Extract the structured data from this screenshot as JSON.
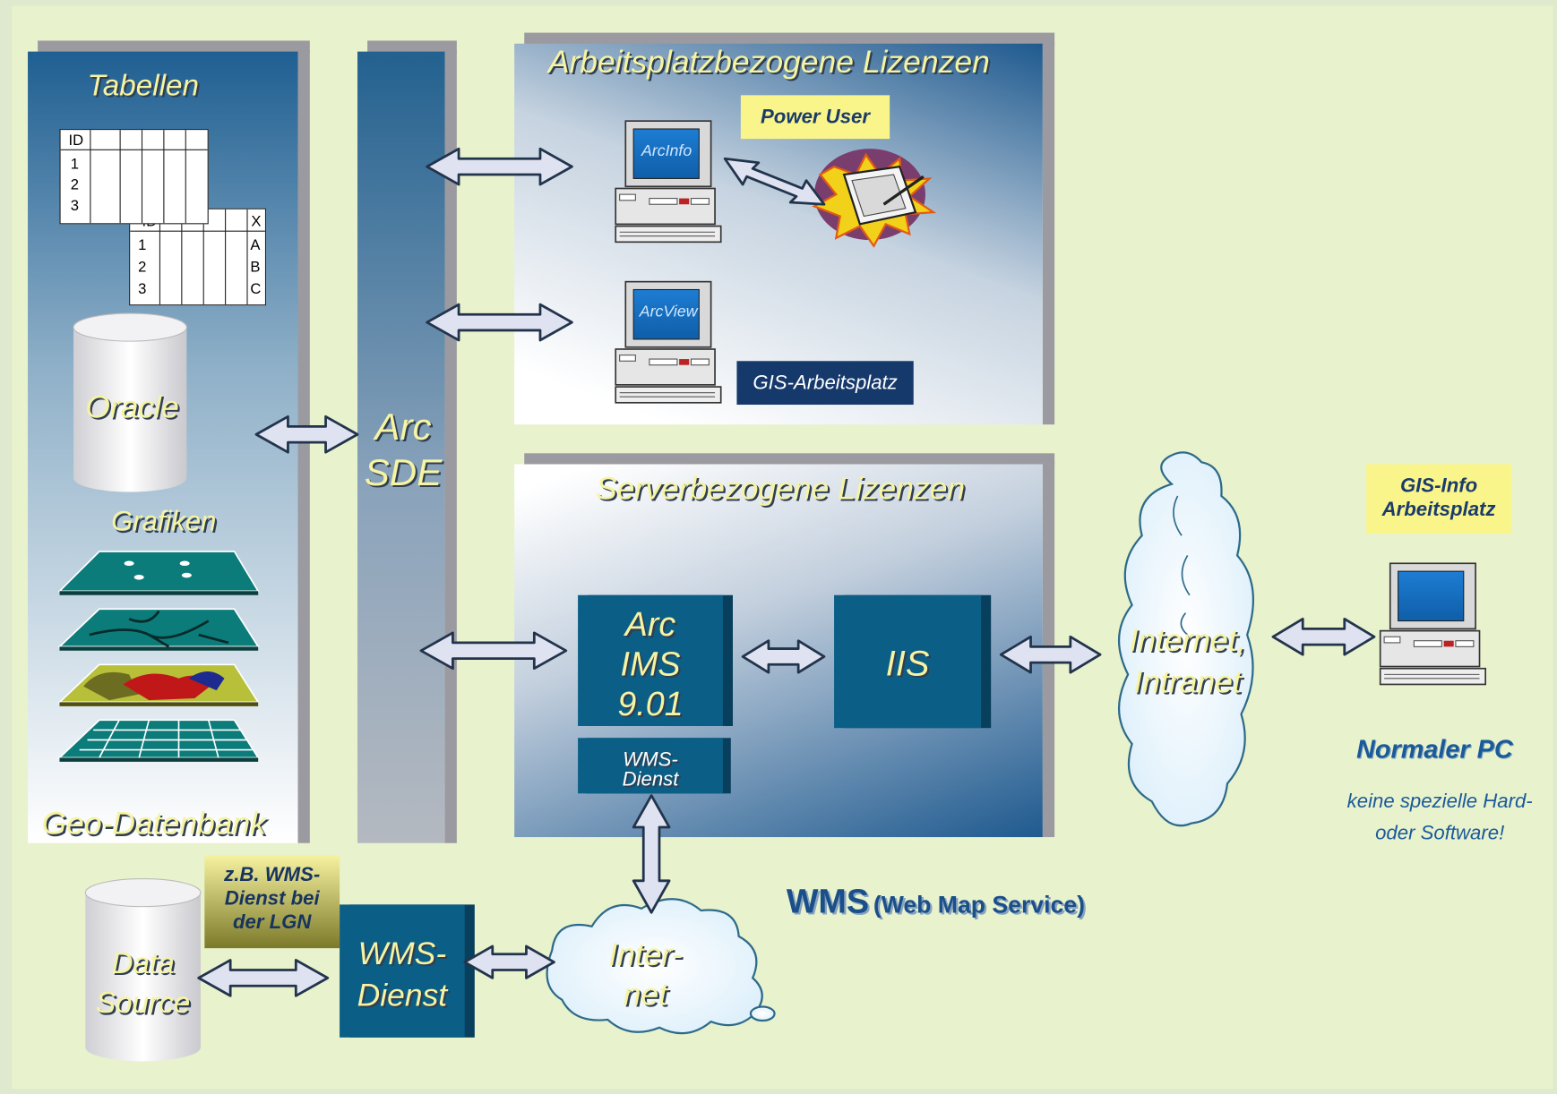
{
  "labels": {
    "tabellen": "Tabellen",
    "oracle": "Oracle",
    "grafiken": "Grafiken",
    "geo_datenbank": "Geo-Datenbank",
    "arc_sde_1": "Arc",
    "arc_sde_2": "SDE",
    "arbeitsplatz_title": "Arbeitsplatzbezogene Lizenzen",
    "power_user": "Power User",
    "arcinfo": "ArcInfo",
    "arcview": "ArcView",
    "gis_arbeitsplatz": "GIS-Arbeitsplatz",
    "server_title": "Serverbezogene Lizenzen",
    "arcims_1": "Arc",
    "arcims_2": "IMS",
    "arcims_3": "9.01",
    "wms_dienst_small_1": "WMS-",
    "wms_dienst_small_2": "Dienst",
    "iis": "IIS",
    "internet_intranet_1": "Internet,",
    "internet_intranet_2": "Intranet",
    "gis_info_1": "GIS-Info",
    "gis_info_2": "Arbeitsplatz",
    "normaler_pc": "Normaler PC",
    "keine_1": "keine spezielle Hard-",
    "keine_2": "oder Software!",
    "wms_main": "WMS",
    "wms_sub": "(Web Map Service)",
    "lgn_1": "z.B. WMS-",
    "lgn_2": "Dienst bei",
    "lgn_3": "der LGN",
    "data_1": "Data",
    "data_2": "Source",
    "wms_dienst_1": "WMS-",
    "wms_dienst_2": "Dienst",
    "inter_1": "Inter-",
    "inter_2": "net"
  },
  "table1": {
    "header": "ID",
    "rows": [
      "1",
      "2",
      "3"
    ]
  },
  "table2": {
    "header_left": "ID",
    "header_right": "X",
    "rows": [
      "1",
      "2",
      "3"
    ],
    "col_right": [
      "A",
      "B",
      "C"
    ]
  }
}
